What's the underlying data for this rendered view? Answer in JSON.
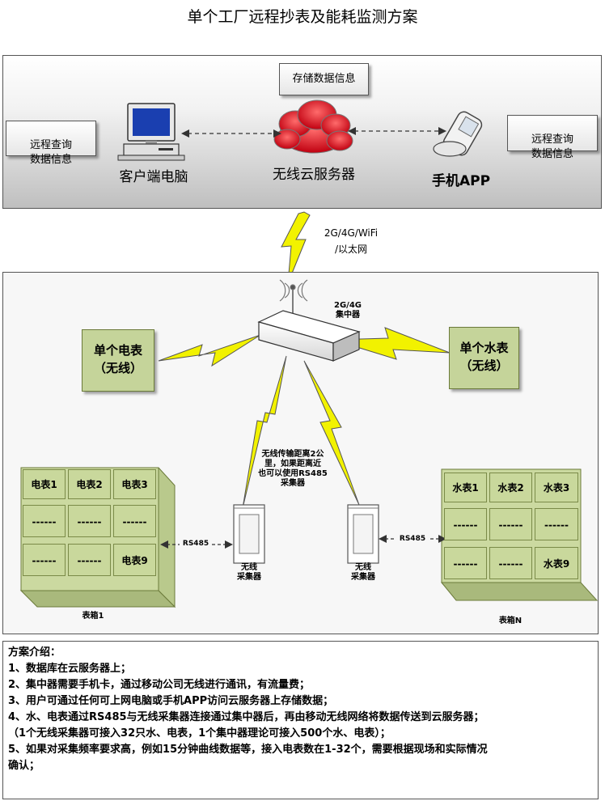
{
  "title": "单个工厂远程抄表及能耗监测方案",
  "top": {
    "storage_label": "存储数据信息",
    "left_query": "远程查询\n数据信息",
    "right_query": "远程查询\n数据信息",
    "client_pc": "客户端电脑",
    "cloud_server": "无线云服务器",
    "phone_app": "手机APP",
    "network_label_1": "2G/4G/WiFi",
    "network_label_2": "/以太网"
  },
  "middle": {
    "concentrator_label_1": "2G/4G",
    "concentrator_label_2": "集中器",
    "single_electric_1": "单个电表",
    "single_electric_2": "（无线）",
    "single_water_1": "单个水表",
    "single_water_2": "（无线）",
    "wireless_note": [
      "无线传输距离2公",
      "里，如果距离近",
      "也可以使用RS485",
      "采集器"
    ],
    "collector_left": [
      "无线",
      "采集器"
    ],
    "collector_right": [
      "无线",
      "采集器"
    ],
    "rs485_left": "RS485",
    "rs485_right": "RS485",
    "electric_cabinet": {
      "cells": [
        "电表1",
        "电表2",
        "电表3",
        "------",
        "------",
        "------",
        "------",
        "------",
        "电表9"
      ],
      "label": "表箱1"
    },
    "water_cabinet": {
      "cells": [
        "水表1",
        "水表2",
        "水表3",
        "------",
        "------",
        "------",
        "------",
        "------",
        "水表9"
      ],
      "label": "表箱N"
    }
  },
  "intro": {
    "heading": "方案介绍：",
    "lines": [
      "1、数据库在云服务器上；",
      "2、集中器需要手机卡，通过移动公司无线进行通讯，有流量费；",
      "3、用户可通过任何可上网电脑或手机APP访问云服务器上存储数据；",
      "4、水、电表通过RS485与无线采集器连接通过集中器后，再由移动无线网络将数据传送到云服务器；",
      "（1个无线采集器可接入32只水、电表，1个集中器理论可接入500个水、电表）；",
      "5、如果对采集频率要求高，例如15分钟曲线数据等，接入电表数在1-32个，需要根据现场和实际情况",
      "确认；"
    ]
  },
  "colors": {
    "cabinet_green": "#c5d49a",
    "lightning_yellow": "#f2f200",
    "cloud_red": "#e8101a"
  }
}
